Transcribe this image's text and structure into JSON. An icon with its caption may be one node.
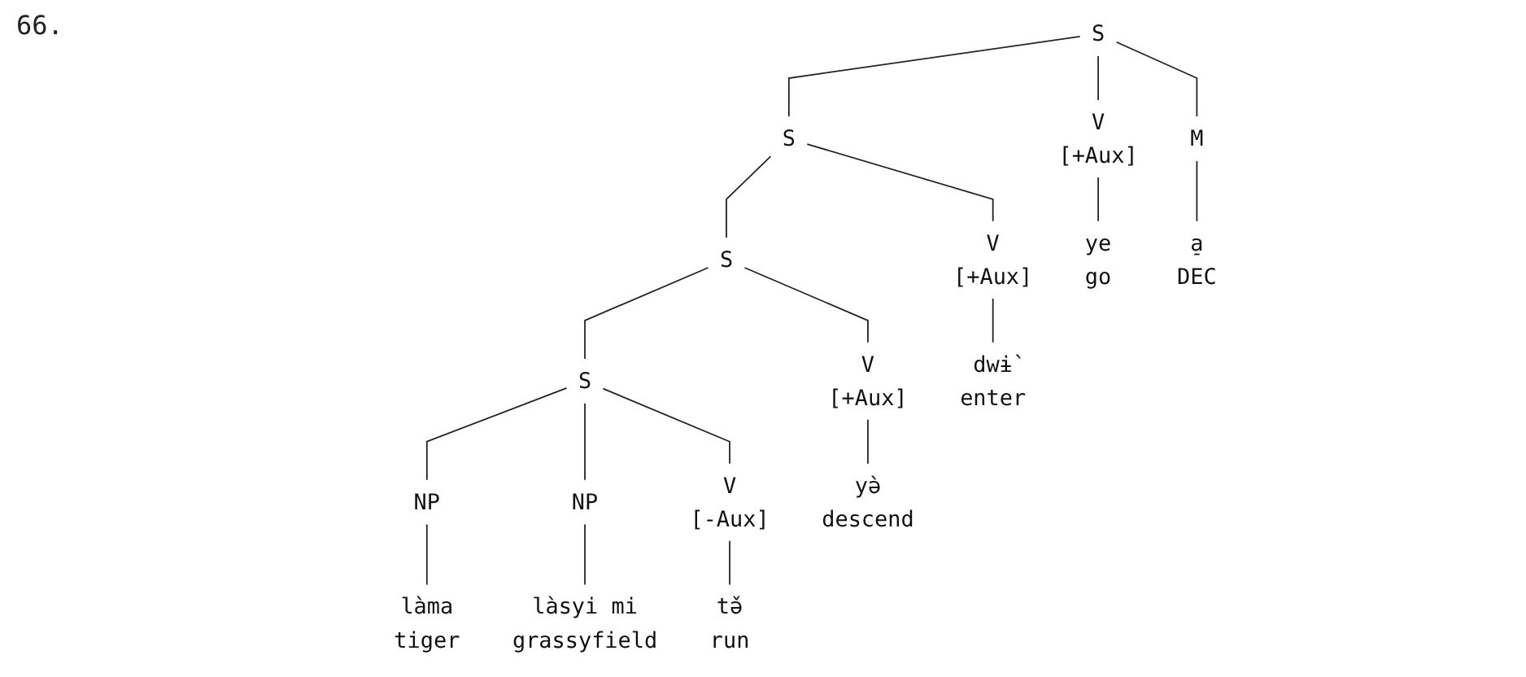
{
  "diagram": {
    "nodes": [
      {
        "text": [
          "S"
        ]
      },
      {
        "text": [
          "S"
        ]
      },
      {
        "text": [
          "V",
          "[+Aux]"
        ]
      },
      {
        "text": [
          "M"
        ]
      },
      {
        "text": [
          "S"
        ]
      },
      {
        "text": [
          "V",
          "[+Aux]"
        ]
      },
      {
        "text": [
          "S"
        ]
      },
      {
        "text": [
          "V",
          "[+Aux]"
        ]
      },
      {
        "text": [
          "NP"
        ]
      },
      {
        "text": [
          "NP"
        ]
      },
      {
        "text": [
          "V",
          "[-Aux]"
        ]
      },
      {
        "text": [
          "làma",
          "tiger"
        ]
      },
      {
        "text": [
          "làsyi mi",
          "grassyfield"
        ]
      },
      {
        "text": [
          "tə̌",
          "run"
        ]
      },
      {
        "text": [
          "yə̀",
          "descend"
        ]
      },
      {
        "text": [
          "dwɨ̀",
          "enter"
        ]
      },
      {
        "text": [
          "ye",
          "go"
        ]
      },
      {
        "text": [
          "a̠",
          "DEC"
        ]
      }
    ],
    "edges": [
      {
        "from": 0,
        "to": 1,
        "arrow": "none"
      },
      {
        "from": 0,
        "to": 2,
        "arrow": "none"
      },
      {
        "from": 0,
        "to": 3,
        "arrow": "none"
      },
      {
        "from": 1,
        "to": 4,
        "arrow": "none"
      },
      {
        "from": 1,
        "to": 5,
        "arrow": "none"
      },
      {
        "from": 4,
        "to": 6,
        "arrow": "none"
      },
      {
        "from": 4,
        "to": 7,
        "arrow": "none"
      },
      {
        "from": 6,
        "to": 8,
        "arrow": "none"
      },
      {
        "from": 6,
        "to": 9,
        "arrow": "none"
      },
      {
        "from": 6,
        "to": 10,
        "arrow": "none"
      },
      {
        "from": 8,
        "to": 11,
        "arrow": "none"
      },
      {
        "from": 9,
        "to": 12,
        "arrow": "none"
      },
      {
        "from": 10,
        "to": 13,
        "arrow": "none"
      },
      {
        "from": 7,
        "to": 14,
        "arrow": "none"
      },
      {
        "from": 5,
        "to": 15,
        "arrow": "none"
      },
      {
        "from": 2,
        "to": 16,
        "arrow": "none"
      },
      {
        "from": 3,
        "to": 17,
        "arrow": "none"
      }
    ],
    "labels": [
      "66."
    ]
  }
}
